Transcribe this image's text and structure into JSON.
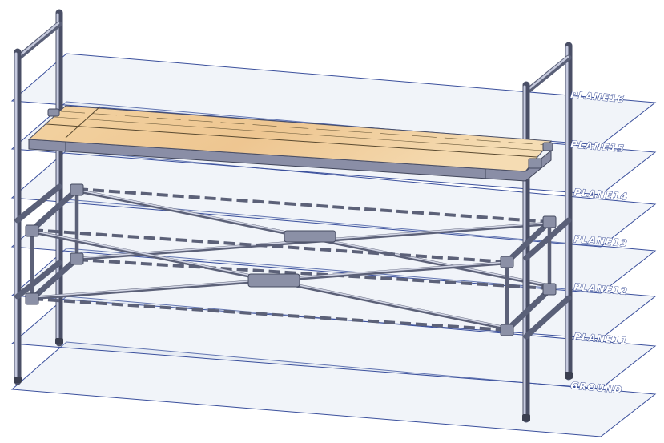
{
  "planes": [
    {
      "id": "plane16",
      "label": "PLANE16"
    },
    {
      "id": "plane15",
      "label": "PLANE15"
    },
    {
      "id": "plane14",
      "label": "PLANE14"
    },
    {
      "id": "plane13",
      "label": "PLANE13"
    },
    {
      "id": "plane12",
      "label": "PLANE12"
    },
    {
      "id": "plane11",
      "label": "PLANE11"
    },
    {
      "id": "ground",
      "label": "GROUND"
    }
  ],
  "colors": {
    "plane_edge": "#3a4f9c",
    "tube": "#5a6078",
    "board_top": "#f0cf9a",
    "board_side": "#8a8ea6"
  }
}
